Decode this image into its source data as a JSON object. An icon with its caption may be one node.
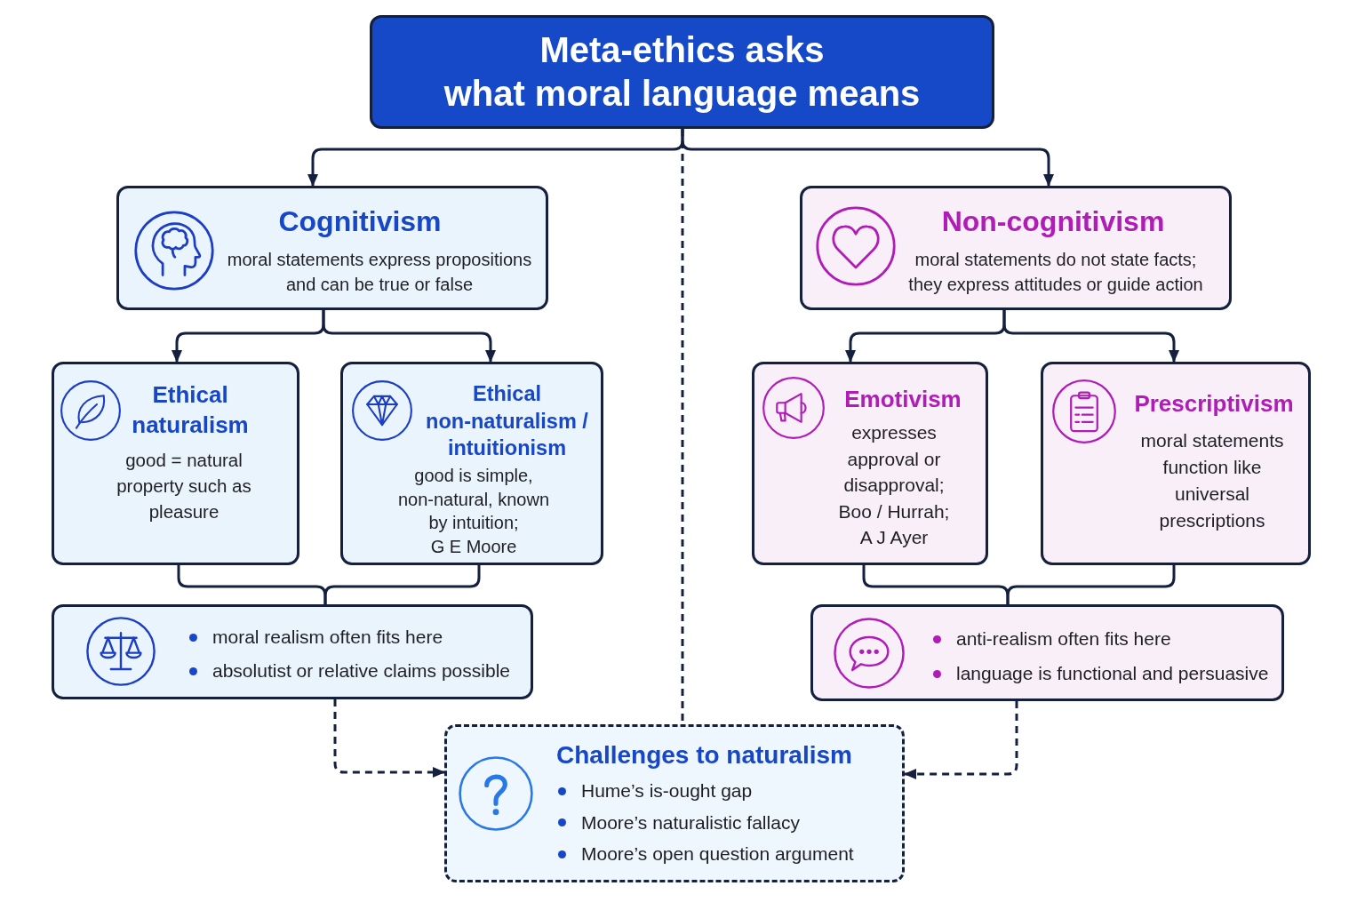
{
  "diagram": {
    "nodes": [
      {
        "text": [
          "Meta-ethics asks what moral language means"
        ]
      },
      {
        "text": [
          "Cognitivism",
          "moral statements express propositions and can be true or false"
        ]
      },
      {
        "text": [
          "Non-cognitivism",
          "moral statements do not state facts; they express attitudes or guide action"
        ]
      },
      {
        "text": [
          "Ethical naturalism",
          "good = natural property such as pleasure"
        ]
      },
      {
        "text": [
          "Ethical non-naturalism / intuitionism",
          "good is simple, non-natural, known by intuition; G E Moore"
        ]
      },
      {
        "text": [
          "Emotivism",
          "expresses approval or disapproval; Boo / Hurrah; A J Ayer"
        ]
      },
      {
        "text": [
          "Prescriptivism",
          "moral statements function like universal prescriptions"
        ]
      },
      {
        "text": [
          "moral realism often fits here",
          "absolutist or relative claims possible"
        ]
      },
      {
        "text": [
          "anti-realism often fits here",
          "language is functional and persuasive"
        ]
      },
      {
        "text": [
          "Challenges to naturalism",
          "Hume’s is-ought gap",
          "Moore’s naturalistic fallacy",
          "Moore’s open question argument"
        ]
      }
    ],
    "edges": [
      {
        "from": 0,
        "to": 1,
        "arrow": "to"
      },
      {
        "from": 0,
        "to": 2,
        "arrow": "to"
      },
      {
        "from": 1,
        "to": 3,
        "arrow": "to"
      },
      {
        "from": 1,
        "to": 4,
        "arrow": "to"
      },
      {
        "from": 2,
        "to": 5,
        "arrow": "to"
      },
      {
        "from": 2,
        "to": 6,
        "arrow": "to"
      },
      {
        "from": 3,
        "to": 7,
        "arrow": "none"
      },
      {
        "from": 4,
        "to": 7,
        "arrow": "none"
      },
      {
        "from": 5,
        "to": 8,
        "arrow": "none"
      },
      {
        "from": 6,
        "to": 8,
        "arrow": "none"
      },
      {
        "from": 7,
        "to": 9,
        "arrow": "to",
        "style": "dashed"
      },
      {
        "from": 8,
        "to": 9,
        "arrow": "to",
        "style": "dashed"
      },
      {
        "from": 0,
        "to": 9,
        "arrow": "none",
        "style": "dashed"
      }
    ]
  }
}
